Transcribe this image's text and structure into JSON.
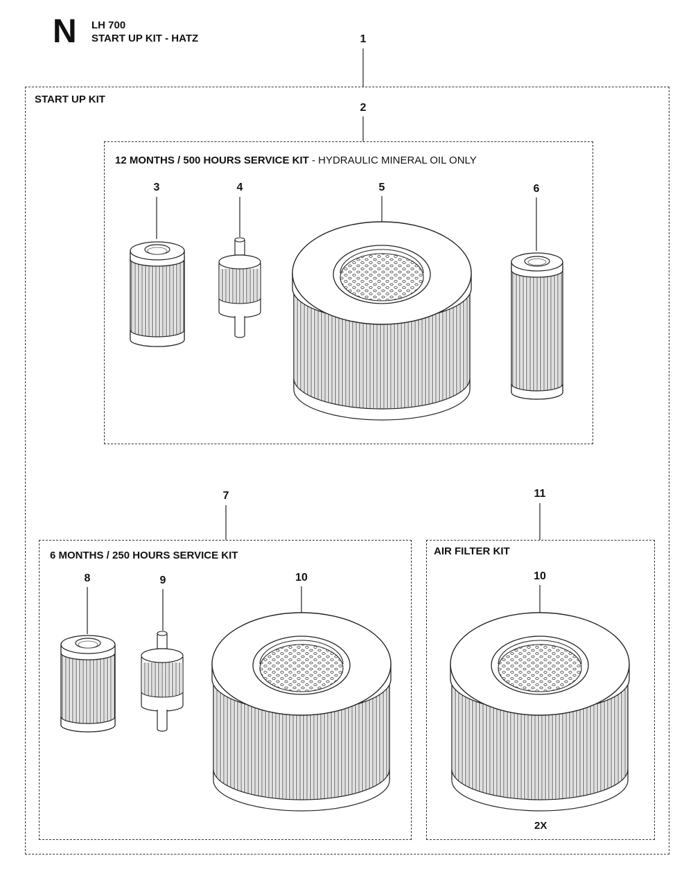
{
  "header": {
    "section_letter": "N",
    "model": "LH 700",
    "title": "START UP KIT - HATZ"
  },
  "kits": {
    "start_up": {
      "number": "1",
      "label": "START UP KIT"
    },
    "service_12m": {
      "number": "2",
      "label_bold": "12 MONTHS / 500 HOURS SERVICE KIT",
      "label_note": " - HYDRAULIC MINERAL OIL ONLY"
    },
    "service_6m": {
      "number": "7",
      "label": "6 MONTHS / 250 HOURS SERVICE KIT"
    },
    "air_filter": {
      "number": "11",
      "label": "AIR FILTER KIT",
      "quantity": "2X"
    }
  },
  "parts": [
    {
      "number": "3",
      "icon": "oil-filter-cartridge-icon"
    },
    {
      "number": "4",
      "icon": "inline-fuel-filter-icon"
    },
    {
      "number": "5",
      "icon": "air-filter-element-icon"
    },
    {
      "number": "6",
      "icon": "hydraulic-filter-cartridge-icon"
    },
    {
      "number": "8",
      "icon": "oil-filter-cartridge-icon"
    },
    {
      "number": "9",
      "icon": "inline-fuel-filter-icon"
    },
    {
      "number": "10",
      "icon": "air-filter-element-icon"
    },
    {
      "number": "10",
      "icon": "air-filter-element-icon"
    }
  ]
}
